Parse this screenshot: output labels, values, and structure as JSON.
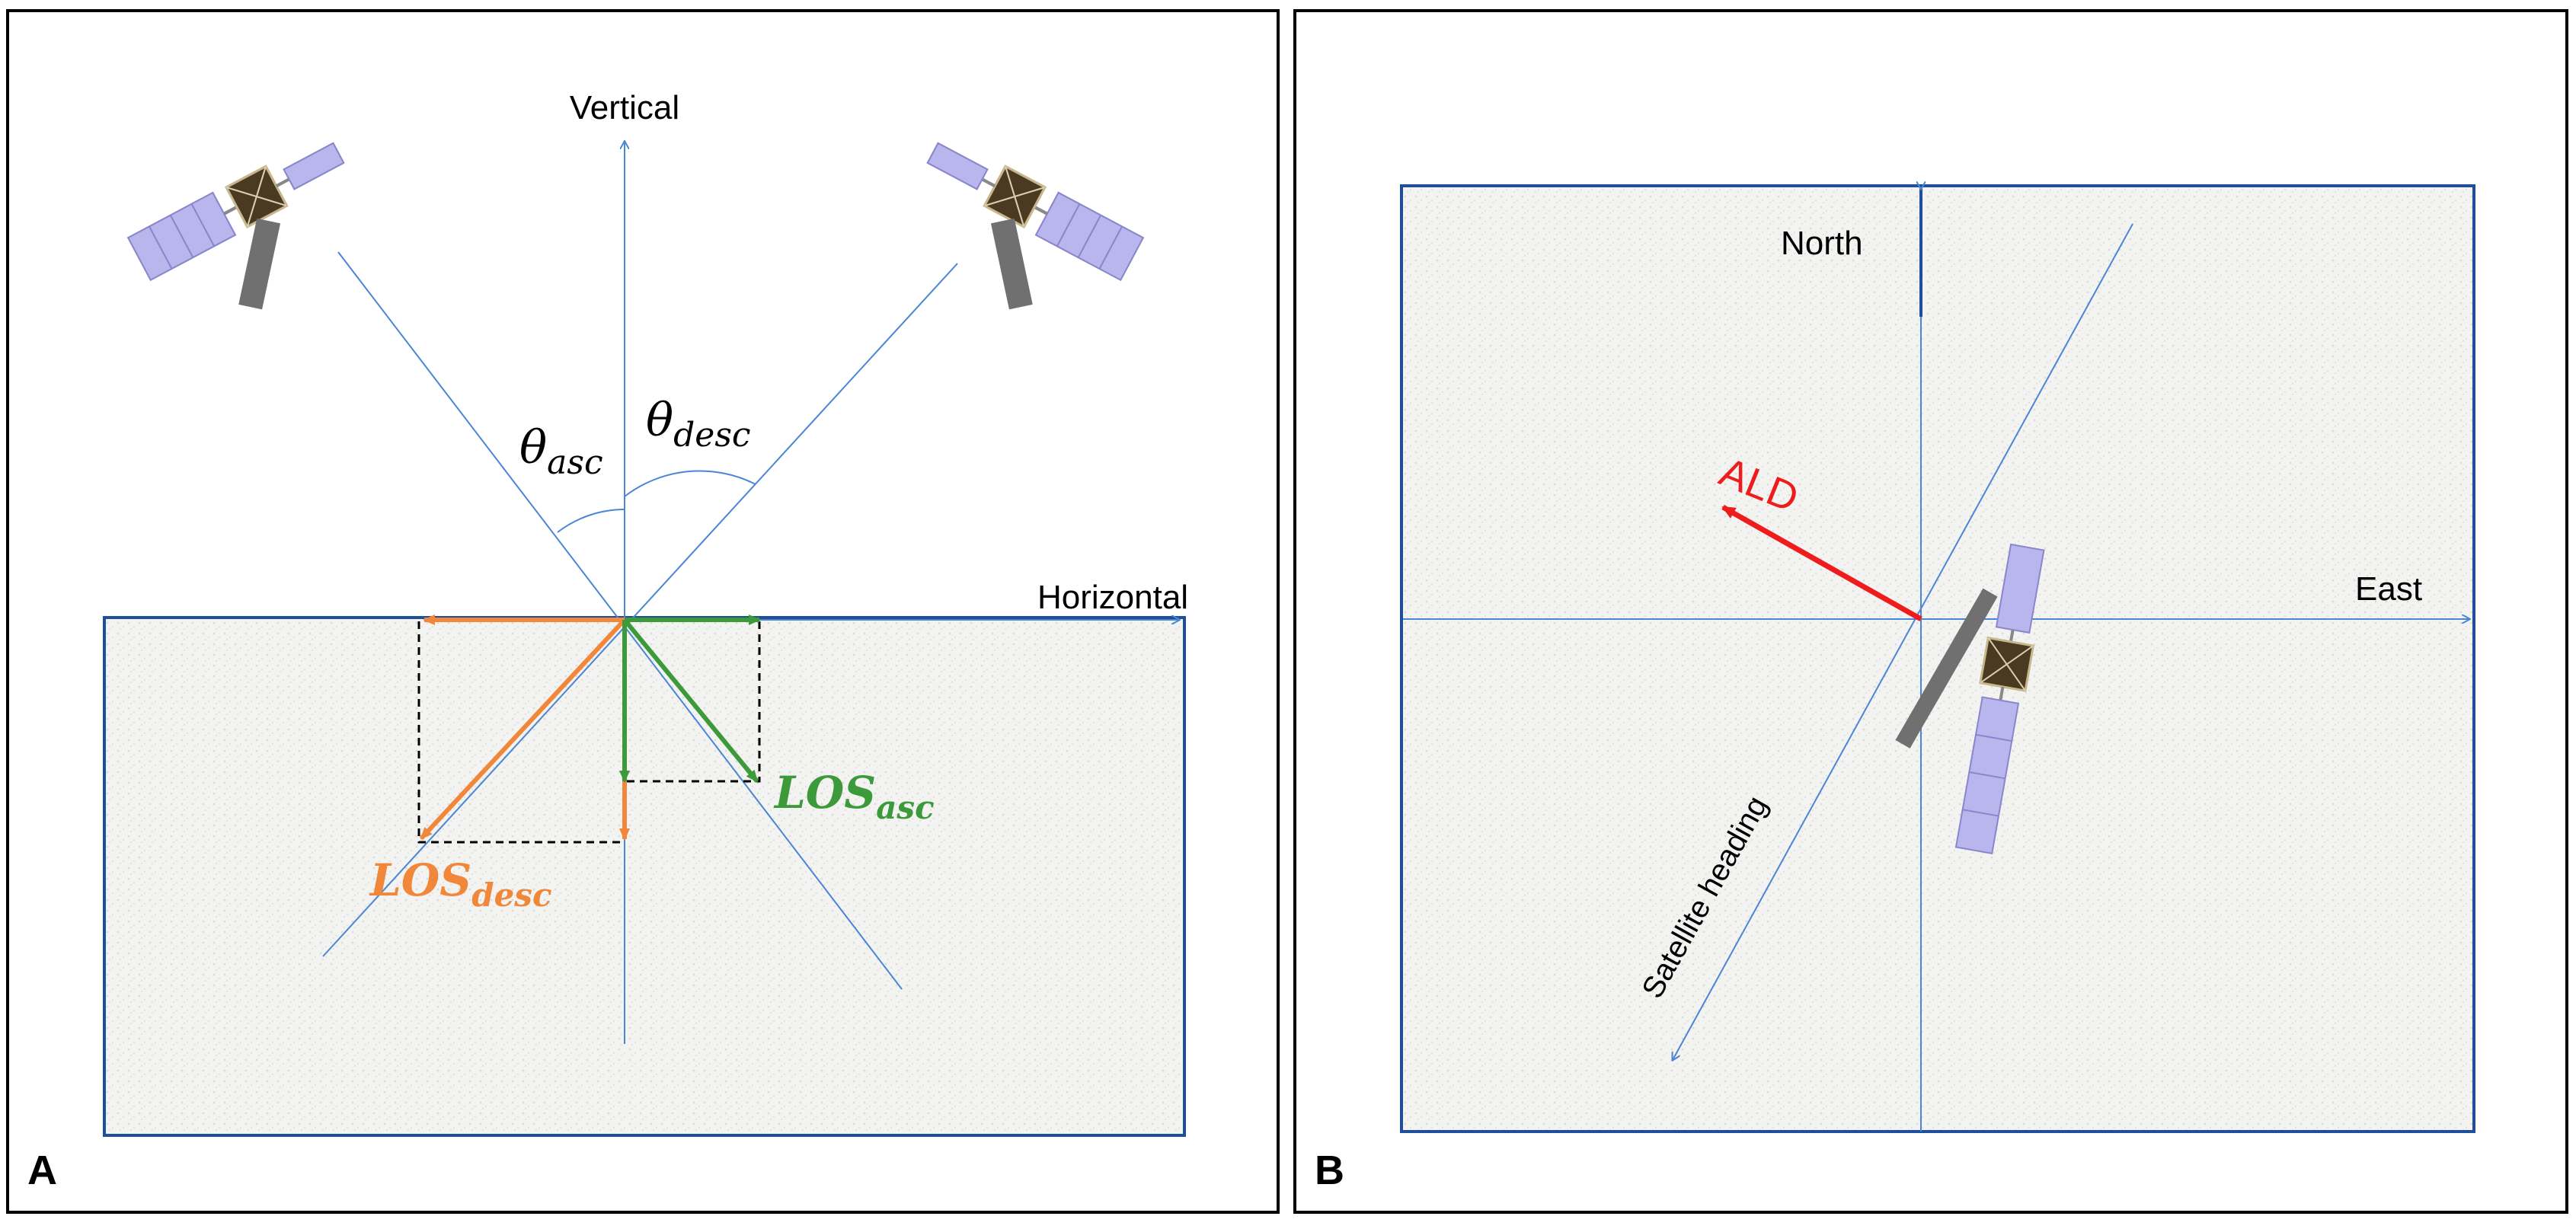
{
  "panel_a": {
    "letter": "A",
    "vertical_label": "Vertical",
    "horizontal_label": "Horizontal",
    "theta_symbol": "θ",
    "theta_asc_sub": "asc",
    "theta_desc_sub": "desc",
    "los_asc_main": "LOS",
    "los_asc_sub": "asc",
    "los_desc_main": "LOS",
    "los_desc_sub": "desc",
    "colors": {
      "axis": "#4a86d4",
      "box": "#1f4f9a",
      "asc": "#3d9a3a",
      "desc": "#f0873a",
      "proj": "#000000"
    }
  },
  "panel_b": {
    "letter": "B",
    "north_label": "North",
    "east_label": "East",
    "ald_label": "ALD",
    "heading_label": "Satellite heading",
    "colors": {
      "axis": "#4a86d4",
      "box": "#1f4f9a",
      "ald": "#ee1c1c"
    }
  },
  "icons": [
    "satellite-icon"
  ]
}
